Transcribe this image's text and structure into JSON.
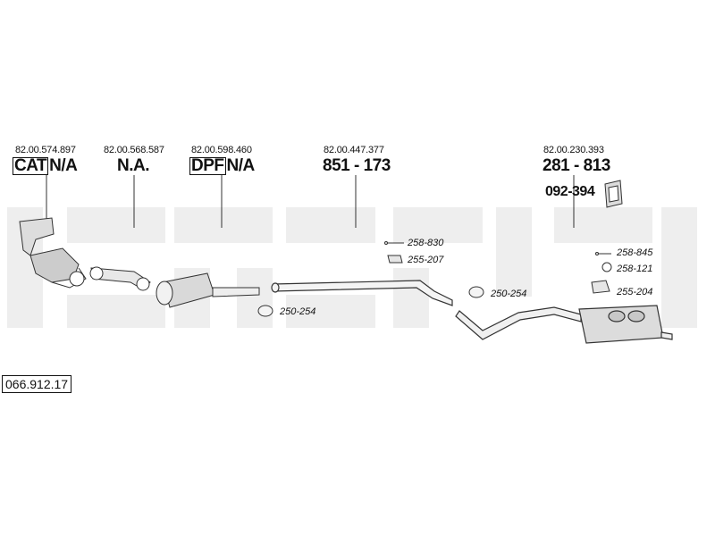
{
  "main_parts": [
    {
      "oem": "82.00.574.897",
      "prefix": "CAT",
      "code": "N/A"
    },
    {
      "oem": "82.00.568.587",
      "prefix": "",
      "code": "N.A."
    },
    {
      "oem": "82.00.598.460",
      "prefix": "DPF",
      "code": "N/A"
    },
    {
      "oem": "82.00.447.377",
      "prefix": "",
      "code": "851 - 173"
    },
    {
      "oem": "82.00.230.393",
      "prefix": "",
      "code": "281 - 813"
    }
  ],
  "extra_part": {
    "code": "092-394"
  },
  "sub_parts": [
    "258-830",
    "255-207",
    "250-254",
    "250-254",
    "258-845",
    "258-121",
    "255-204"
  ],
  "reference": "066.912.17"
}
